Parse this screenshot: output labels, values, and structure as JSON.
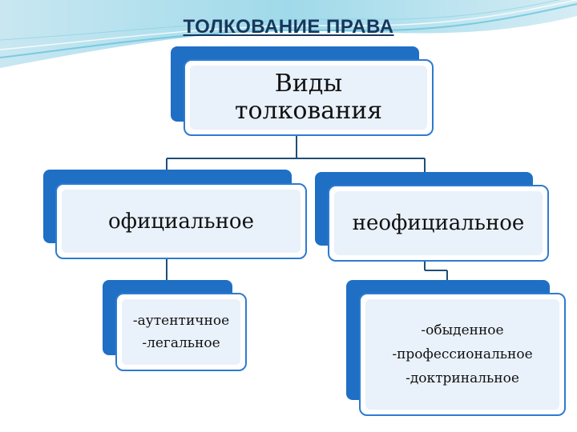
{
  "title": "ТОЛКОВАНИЕ ПРАВА",
  "root": {
    "label_line1": "Виды",
    "label_line2": "толкования"
  },
  "left": {
    "label": "официальное",
    "items": [
      "-аутентичное",
      "-легальное"
    ]
  },
  "right": {
    "label": "неофициальное",
    "items": [
      "-обыденное",
      "-профессиональное",
      "-доктринальное"
    ]
  },
  "colors": {
    "accent": "#1f6fc5",
    "title": "#17365d",
    "connector": "#1f4e79"
  }
}
